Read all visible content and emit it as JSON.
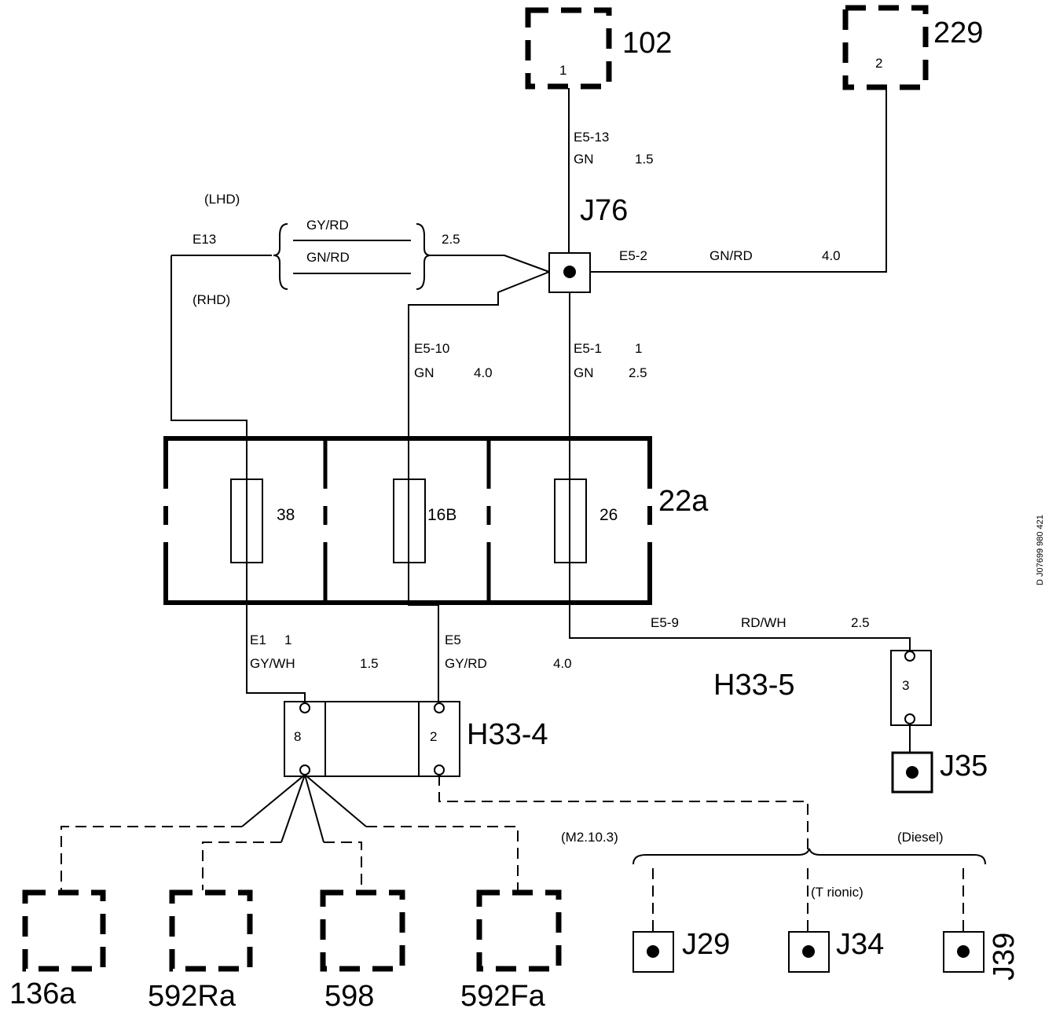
{
  "components": {
    "c102": {
      "id": "102",
      "pin": "1"
    },
    "c229": {
      "id": "229",
      "pin": "2"
    },
    "c136a": {
      "id": "136a"
    },
    "c592Ra": {
      "id": "592Ra"
    },
    "c598": {
      "id": "598"
    },
    "c592Fa": {
      "id": "592Fa"
    }
  },
  "splices": {
    "j76": "J76",
    "j35": "J35",
    "j29": "J29",
    "j34": "J34",
    "j39": "J39"
  },
  "fusebox": {
    "id": "22a",
    "fuses": [
      "38",
      "16B",
      "26"
    ]
  },
  "connectors": {
    "h33_4": {
      "id": "H33-4",
      "pins": [
        "8",
        "2"
      ]
    },
    "h33_5": {
      "id": "H33-5",
      "pin": "3"
    }
  },
  "wires": {
    "e5_13": {
      "code": "E5-13",
      "color": "GN",
      "size": "1.5"
    },
    "e5_2": {
      "code": "E5-2",
      "color": "GN/RD",
      "size": "4.0"
    },
    "e13": {
      "code": "E13",
      "lhd": "(LHD)",
      "rhd": "(RHD)",
      "color_a": "GY/RD",
      "color_b": "GN/RD",
      "size": "2.5"
    },
    "e5_10": {
      "code": "E5-10",
      "color": "GN",
      "size": "4.0"
    },
    "e5_1": {
      "code": "E5-1",
      "num": "1",
      "color": "GN",
      "size": "2.5"
    },
    "e1": {
      "code": "E1",
      "num": "1",
      "color": "GY/WH",
      "size": "1.5"
    },
    "e5": {
      "code": "E5",
      "color": "GY/RD",
      "size": "4.0"
    },
    "e5_9": {
      "code": "E5-9",
      "color": "RD/WH",
      "size": "2.5"
    }
  },
  "variants": {
    "m2103": "(M2.10.3)",
    "diesel": "(Diesel)",
    "trionic": "(T   rionic)"
  },
  "ref_code": "D J07699 980 421"
}
